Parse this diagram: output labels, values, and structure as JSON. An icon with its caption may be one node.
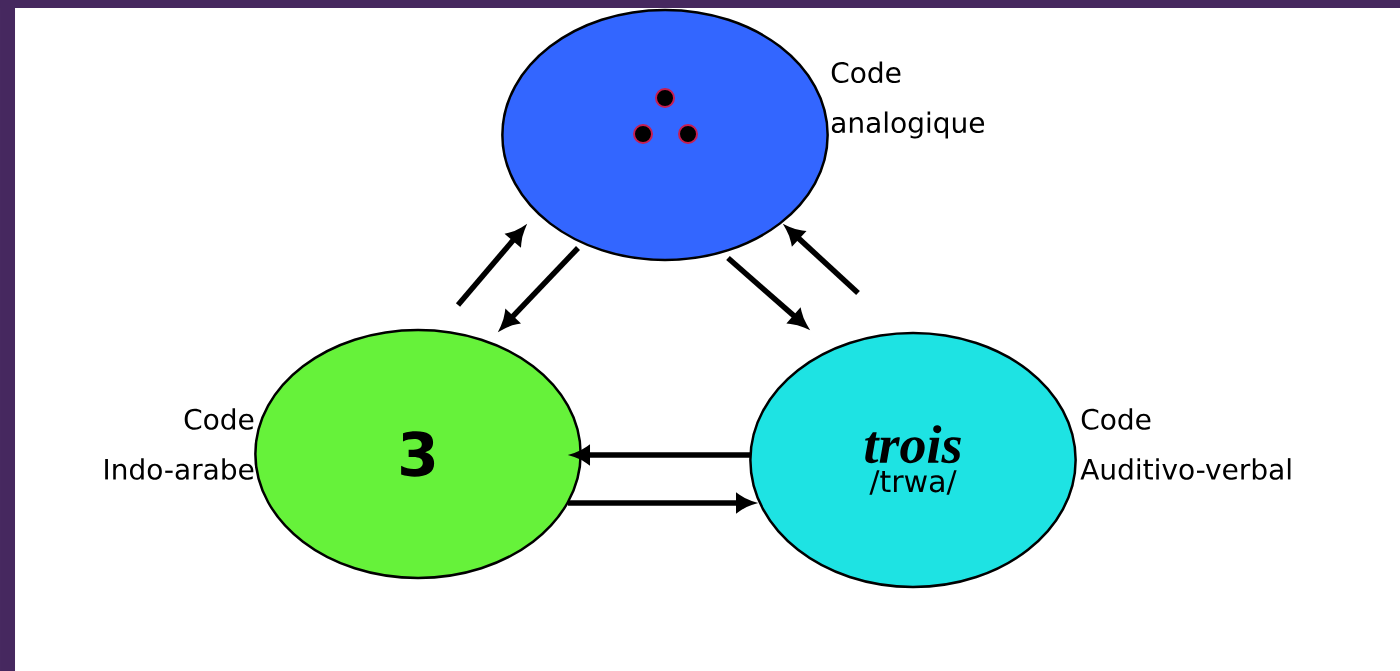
{
  "diagram": {
    "nodes": [
      {
        "text": [],
        "shape": "circle",
        "beside": [
          "Code analogique"
        ]
      },
      {
        "text": [
          "3"
        ],
        "beside": [
          "Code Indo-arabe"
        ]
      },
      {
        "text": [
          "trois",
          "/trwa/"
        ],
        "beside": [
          "Code Auditivo-verbal"
        ]
      }
    ],
    "edges": [
      {
        "from": 1,
        "to": 0,
        "arrow": "to"
      },
      {
        "from": 0,
        "to": 1,
        "arrow": "to"
      },
      {
        "from": 0,
        "to": 2,
        "arrow": "to"
      },
      {
        "from": 2,
        "to": 0,
        "arrow": "to"
      },
      {
        "from": 2,
        "to": 1,
        "arrow": "to"
      },
      {
        "from": 1,
        "to": 2,
        "arrow": "to"
      }
    ]
  }
}
